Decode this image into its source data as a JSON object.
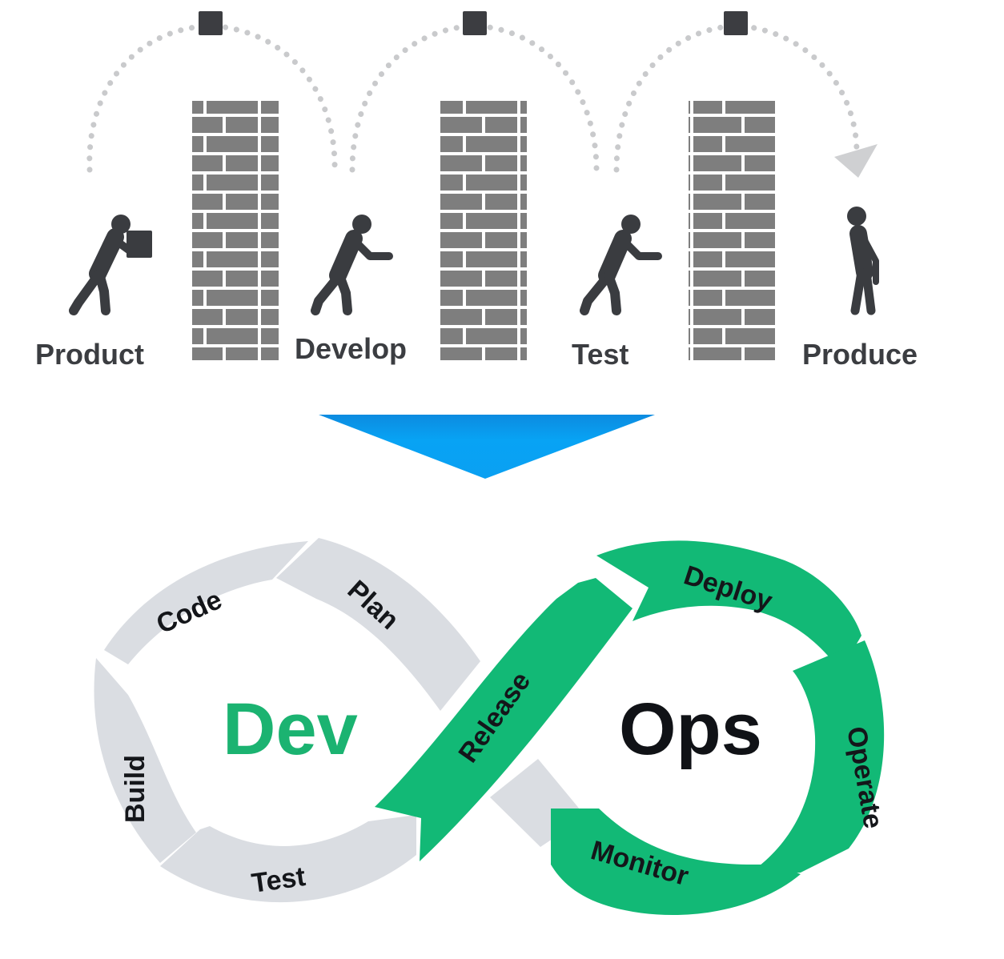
{
  "waterfall": {
    "phases": [
      "Product",
      "Develop",
      "Test",
      "Produce"
    ]
  },
  "devops": {
    "dev_label": "Dev",
    "ops_label": "Ops",
    "dev_stages": [
      "Plan",
      "Code",
      "Build",
      "Test"
    ],
    "release_label": "Release",
    "ops_stages": [
      "Deploy",
      "Operate",
      "Monitor"
    ]
  },
  "colors": {
    "dev_gray": "#dadde2",
    "ops_green": "#12b976",
    "dev_text": "#1bb371",
    "ops_text": "#101216",
    "arrow_blue": "#0a98f0",
    "figure_dark": "#3a3c40",
    "brick_gray": "#7d7d7d"
  }
}
